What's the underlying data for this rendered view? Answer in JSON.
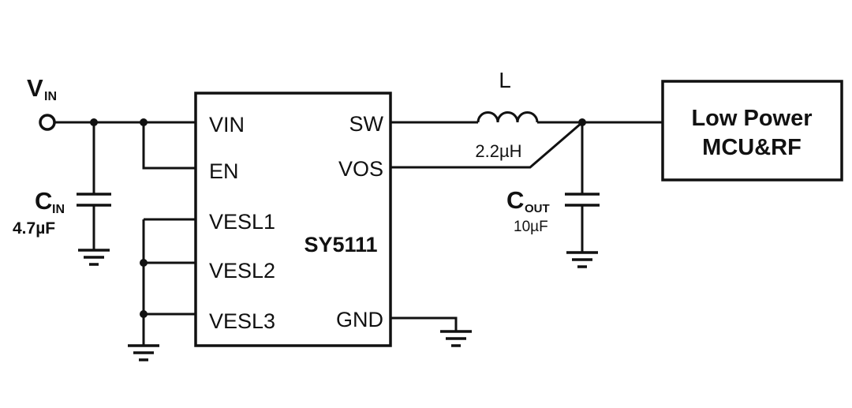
{
  "schematic": {
    "ic": {
      "name": "SY5111",
      "pins_left": [
        "VIN",
        "EN",
        "VESL1",
        "VESL2",
        "VESL3"
      ],
      "pins_right": [
        "SW",
        "VOS",
        "GND"
      ]
    },
    "input_terminal": {
      "main": "V",
      "sub": "IN"
    },
    "input_cap": {
      "main": "C",
      "sub": "IN",
      "value": "4.7µF"
    },
    "inductor": {
      "label": "L",
      "value": "2.2µH"
    },
    "output_cap": {
      "main": "C",
      "sub": "OUT",
      "value": "10µF"
    },
    "load": {
      "line1": "Low Power",
      "line2": "MCU&RF"
    }
  },
  "colors": {
    "line": "#111111",
    "background": "#ffffff"
  }
}
